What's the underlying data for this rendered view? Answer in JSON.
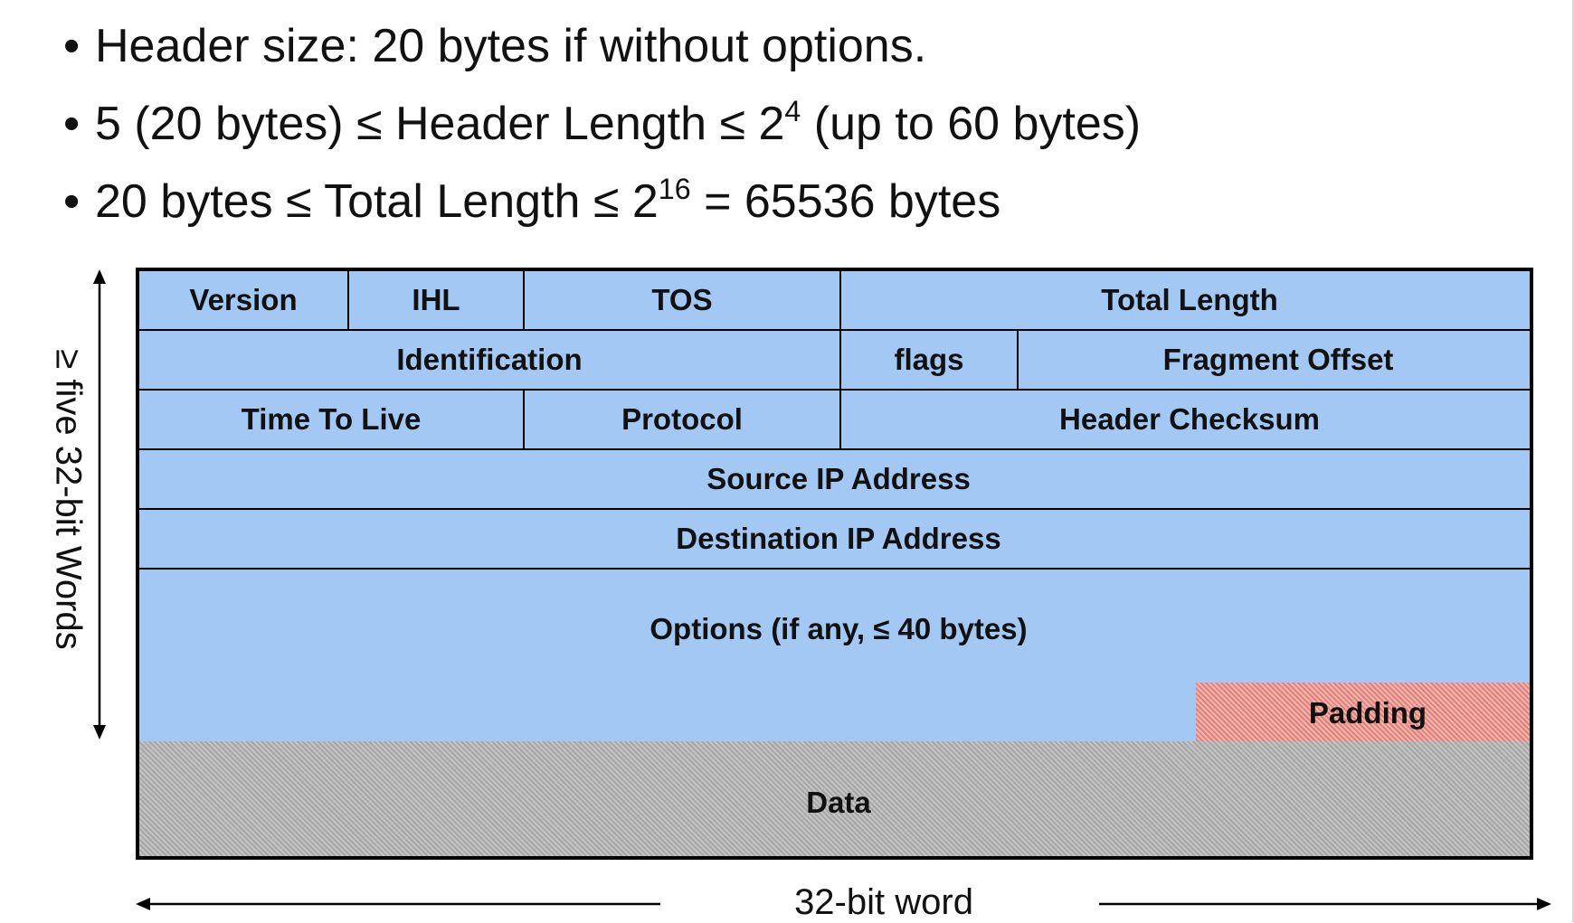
{
  "bullets": [
    {
      "pre": "Header size: 20 bytes if without options.",
      "sup": "",
      "post": ""
    },
    {
      "pre": "5 (20 bytes) ≤ Header Length ≤ 2",
      "sup": "4",
      "post": " (up to 60 bytes)"
    },
    {
      "pre": "20 bytes ≤ Total Length ≤ 2",
      "sup": "16",
      "post": " =  65536 bytes"
    }
  ],
  "fields": {
    "version": "Version",
    "ihl": "IHL",
    "tos": "TOS",
    "total_length": "Total Length",
    "identification": "Identification",
    "flags": "flags",
    "fragment_offset": "Fragment Offset",
    "ttl": "Time To Live",
    "protocol": "Protocol",
    "header_checksum": "Header Checksum",
    "source_ip": "Source IP Address",
    "destination_ip": "Destination IP Address",
    "options": "Options (if any, ≤ 40 bytes)",
    "padding": "Padding",
    "data": "Data"
  },
  "side_label": "≥ five 32-bit Words",
  "bottom_label": "32-bit word",
  "colors": {
    "header_fill": "#a3c8f4",
    "padding_fill": "#e8948e",
    "data_fill": "#b5b5b5",
    "border": "#000000"
  }
}
